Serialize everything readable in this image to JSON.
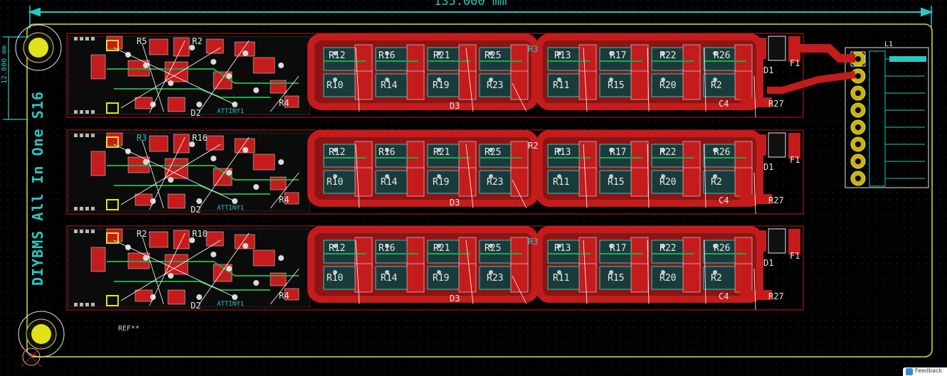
{
  "board": {
    "title": "DIYBMS All In One S16",
    "width_dimension": "135.000 mm",
    "height_dimension": "12.800 mm",
    "ref_placeholder": "REF**",
    "connector_label": "L1"
  },
  "modules": [
    {
      "index": 1,
      "resistors_top": [
        "R12",
        "R16",
        "R21",
        "R25",
        "R13",
        "R17",
        "R22",
        "R26"
      ],
      "resistors_bottom": [
        "R10",
        "R14",
        "R19",
        "R23",
        "R11",
        "R15",
        "R20",
        "R2"
      ],
      "misc_labels": [
        "R5",
        "R2",
        "D3",
        "R4",
        "D2",
        "ATTINY1",
        "C4",
        "R27",
        "D1",
        "F1",
        "R3"
      ]
    },
    {
      "index": 2,
      "resistors_top": [
        "R12",
        "R16",
        "R21",
        "R25",
        "R13",
        "R17",
        "R22",
        "R26"
      ],
      "resistors_bottom": [
        "R10",
        "R14",
        "R19",
        "R23",
        "R11",
        "R15",
        "R20",
        "R2"
      ],
      "misc_labels": [
        "R3",
        "R16",
        "D3",
        "R4",
        "D2",
        "ATTINY1",
        "C4",
        "R27",
        "D1",
        "F1",
        "R2"
      ]
    },
    {
      "index": 3,
      "resistors_top": [
        "R12",
        "R16",
        "R21",
        "R25",
        "R13",
        "R17",
        "R22",
        "R26"
      ],
      "resistors_bottom": [
        "R10",
        "R14",
        "R19",
        "R23",
        "R11",
        "R15",
        "R20",
        "R2"
      ],
      "misc_labels": [
        "R2",
        "R10",
        "D3",
        "R4",
        "D2",
        "ATTINY1",
        "C4",
        "R27",
        "D1",
        "F1",
        "R3"
      ]
    }
  ],
  "colors": {
    "background": "#000000",
    "copper": "#c41c1c",
    "copper_dark": "#8c1414",
    "pad": "#b7b7b7",
    "silkscreen": "#e8e8e8",
    "fab": "#29c7c1",
    "outline": "#d8d84a",
    "hole": "#e2e21a",
    "ratsnest": "#ffffff",
    "trace_green": "#1ea84c"
  },
  "ui": {
    "corner_button": "Feedback"
  }
}
